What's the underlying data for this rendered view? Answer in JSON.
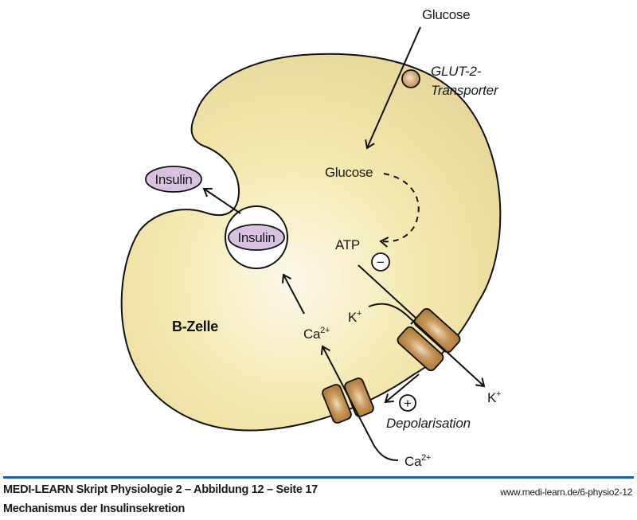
{
  "diagram": {
    "cell_label": "B-Zelle",
    "glucose_outside": "Glucose",
    "glucose_inside": "Glucose",
    "transporter_label_line1": "GLUT-2-",
    "transporter_label_line2": "Transporter",
    "atp_label": "ATP",
    "inhibit_sign": "−",
    "activate_sign": "+",
    "k_inside": "K",
    "k_outside": "K",
    "k_charge": "+",
    "ca_inside": "Ca",
    "ca_outside": "Ca",
    "ca_charge": "2+",
    "depolarisation_label": "Depolarisation",
    "insulin_vesicle_label": "Insulin",
    "insulin_released_label": "Insulin",
    "colors": {
      "cell_fill": "#f3e7a8",
      "cell_highlight": "#fbf6e0",
      "channel_fill": "#b98a45",
      "insulin_fill": "#d9c2e0",
      "outline": "#111111"
    }
  },
  "footer": {
    "title": "MEDI-LEARN Skript Physiologie 2 – Abbildung 12 – Seite 17",
    "subtitle": "Mechanismus der Insulinsekretion",
    "url": "www.medi-learn.de/6-physio2-12",
    "rule_color": "#1f5fae"
  }
}
